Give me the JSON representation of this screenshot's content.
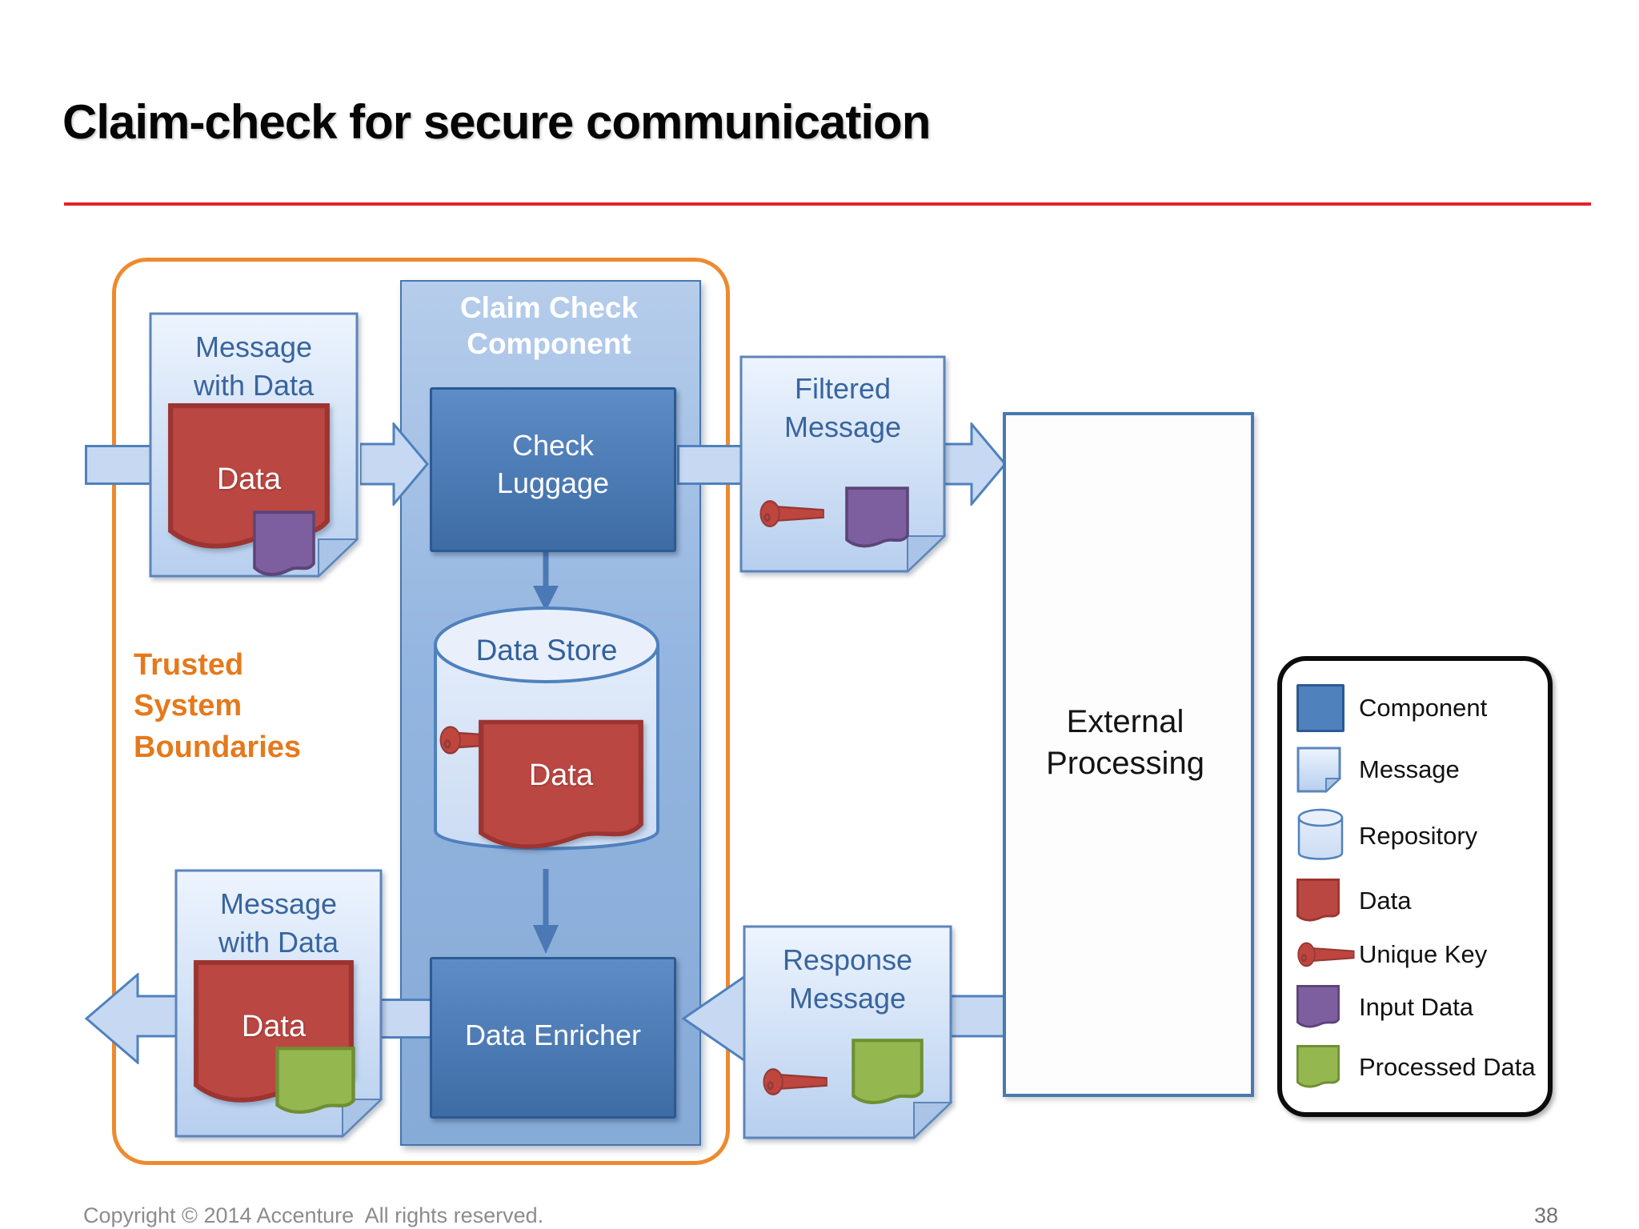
{
  "slide": {
    "title": "Claim-check for secure communication",
    "footer": "Copyright © 2014 Accenture  All rights reserved.",
    "page_number": "38"
  },
  "diagram": {
    "boundary_label": "Trusted System Boundaries",
    "inbound_message": {
      "title": "Message with Data",
      "data_label": "Data"
    },
    "claim_check_component": {
      "title": "Claim Check Component",
      "check_luggage": "Check Luggage",
      "data_store": {
        "title": "Data Store",
        "data_label": "Data"
      },
      "data_enricher": "Data Enricher"
    },
    "filtered_message": {
      "title": "Filtered Message"
    },
    "external_processing": {
      "title": "External Processing"
    },
    "response_message": {
      "title": "Response Message"
    },
    "outbound_message": {
      "title": "Message with Data",
      "data_label": "Data"
    }
  },
  "legend": {
    "items": [
      {
        "label": "Component"
      },
      {
        "label": "Message"
      },
      {
        "label": "Repository"
      },
      {
        "label": "Data"
      },
      {
        "label": "Unique Key"
      },
      {
        "label": "Input Data"
      },
      {
        "label": "Processed Data"
      }
    ]
  },
  "colors": {
    "title_text": "#050505",
    "title_rule_red": "#e22128",
    "boundary_orange": "#ee8a2e",
    "boundary_text_orange": "#e5791c",
    "panel_blue": "#93b5e0",
    "component_blue": "#4f81bd",
    "component_border_blue": "#2c5a94",
    "message_fill_blue": "#cfdff5",
    "message_text_blue": "#38659e",
    "data_red": "#bb4742",
    "unique_key_red": "#bf453f",
    "input_data_purple": "#7d5fa0",
    "processed_data_green": "#94b750",
    "external_border_blue": "#4779b3",
    "footer_gray": "#8c8c8c"
  }
}
